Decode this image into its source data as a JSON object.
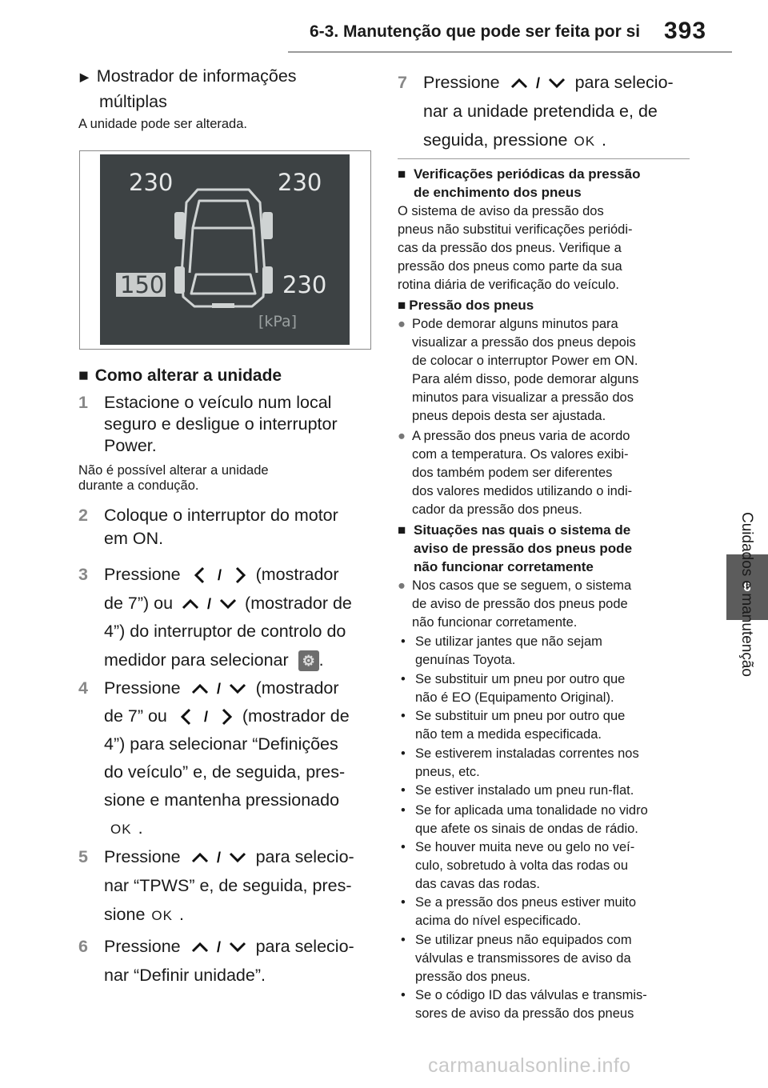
{
  "header": {
    "section_title": "6-3. Manutenção que pode ser feita por si",
    "page_number": "393"
  },
  "side_tab": {
    "chapter": "6",
    "chapter_title": "Cuidados e manutenção"
  },
  "left": {
    "intro_title_l1": "Mostrador de informações",
    "intro_title_l2": "múltiplas",
    "intro_note": "A unidade pode ser alterada.",
    "figure": {
      "front_left": "230",
      "front_right": "230",
      "rear_left": "150",
      "rear_right": "230",
      "unit": "[kPa]"
    },
    "heading": "Como alterar a unidade",
    "step1": {
      "num": "1",
      "l1": "Estacione o veículo num local",
      "l2": "seguro e desligue o interruptor",
      "l3": "Power."
    },
    "note1_l1": "Não é possível alterar a unidade",
    "note1_l2": "durante a condução.",
    "step2": {
      "num": "2",
      "l1": "Coloque o interruptor do motor",
      "l2": "em ON."
    },
    "step3": {
      "num": "3",
      "l1a": "Pressione",
      "l1b": "(mostrador",
      "l2a": "de 7”) ou",
      "l2b": "(mostrador de",
      "l3": "4”) do interruptor de controlo do",
      "l4": "medidor para selecionar"
    },
    "step4": {
      "num": "4",
      "l1a": "Pressione",
      "l1b": "(mostrador",
      "l2a": "de 7” ou",
      "l2b": "(mostrador de",
      "l3": "4”) para selecionar “Definições",
      "l4": "do veículo” e, de seguida, pres-",
      "l5": "sione e mantenha pressionado"
    },
    "step5": {
      "num": "5",
      "l1a": "Pressione",
      "l1b": "para selecio-",
      "l2": "nar “TPWS” e, de seguida, pres-",
      "l3": "sione"
    },
    "step6": {
      "num": "6",
      "l1a": "Pressione",
      "l1b": "para selecio-",
      "l2": "nar “Definir unidade”."
    }
  },
  "right": {
    "step7": {
      "num": "7",
      "l1a": "Pressione",
      "l1b": "para selecio-",
      "l2": "nar a unidade pretendida e, de",
      "l3": "seguida, pressione"
    },
    "ok_label": "OK",
    "sec1_title_l1": "Verificações periódicas da pressão",
    "sec1_title_l2": "de enchimento dos pneus",
    "sec1_body": [
      "O sistema de aviso da pressão dos",
      "pneus não substitui verificações periódi-",
      "cas da pressão dos pneus. Verifique a",
      "pressão dos pneus como parte da sua",
      "rotina diária de verificação do veículo."
    ],
    "sec2_title": "Pressão dos pneus",
    "sec2_b1": [
      "Pode demorar alguns minutos para",
      "visualizar a pressão dos pneus depois",
      "de colocar o interruptor Power em ON.",
      "Para além disso, pode demorar alguns",
      "minutos para visualizar a pressão dos",
      "pneus depois desta ser ajustada."
    ],
    "sec2_b2": [
      "A pressão dos pneus varia de acordo",
      "com a temperatura. Os valores exibi-",
      "dos também podem ser diferentes",
      "dos valores medidos utilizando o indi-",
      "cador da pressão dos pneus."
    ],
    "sec3_title": [
      "Situações nas quais o sistema de",
      "aviso de pressão dos pneus pode",
      "não funcionar corretamente"
    ],
    "sec3_b1": [
      "Nos casos que se seguem, o sistema",
      "de aviso de pressão dos pneus pode",
      "não funcionar corretamente."
    ],
    "sec3_items": [
      [
        "Se utilizar jantes que não sejam",
        "genuínas Toyota."
      ],
      [
        "Se substituir um pneu por outro que",
        "não é EO (Equipamento Original)."
      ],
      [
        "Se substituir um pneu por outro que",
        "não tem a medida especificada."
      ],
      [
        "Se estiverem instaladas correntes nos",
        "pneus, etc."
      ],
      [
        "Se estiver instalado um pneu run-flat."
      ],
      [
        "Se for aplicada uma tonalidade no vidro",
        "que afete os sinais de ondas de rádio."
      ],
      [
        "Se houver muita neve ou gelo no veí-",
        "culo, sobretudo à volta das rodas ou",
        "das cavas das rodas."
      ],
      [
        "Se a pressão dos pneus estiver muito",
        "acima do nível especificado."
      ],
      [
        "Se utilizar pneus não equipados com",
        "válvulas e transmissores de aviso da",
        "pressão dos pneus."
      ],
      [
        "Se o código ID das válvulas e transmis-",
        "sores de aviso da pressão dos pneus"
      ]
    ]
  },
  "watermark": "carmanualsonline.info"
}
